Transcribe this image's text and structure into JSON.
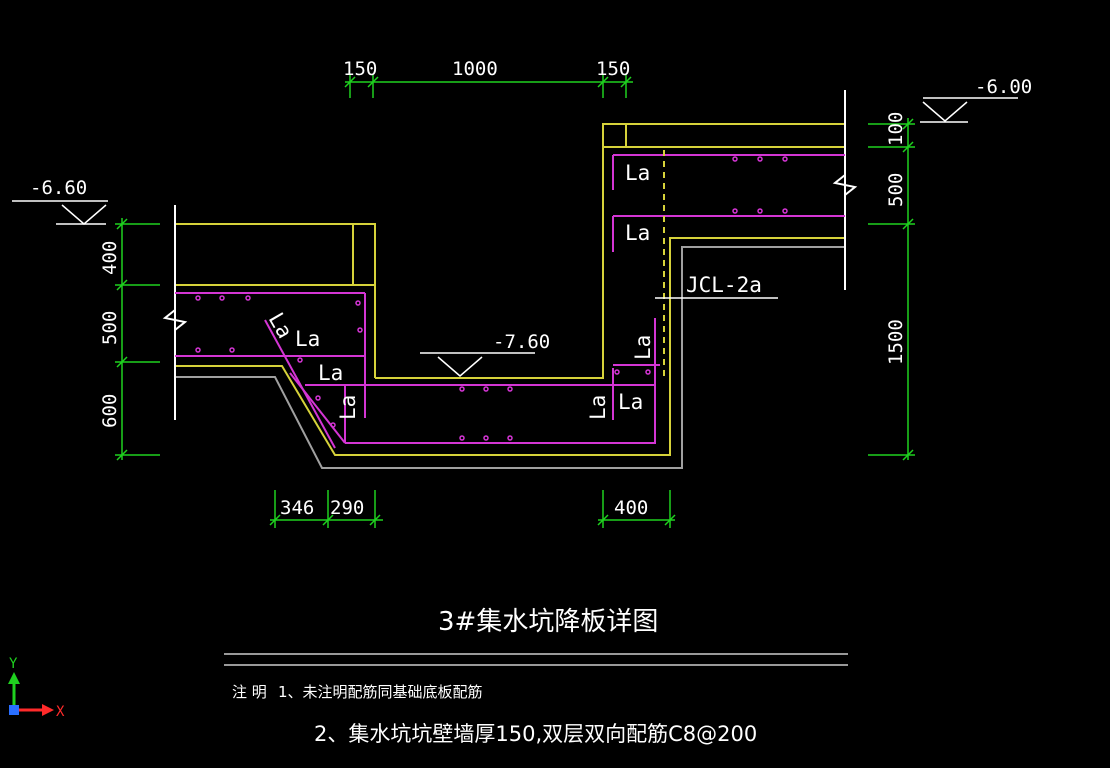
{
  "drawing": {
    "title": "3#集水坑降板详图",
    "notes": {
      "prefix": "注  明",
      "line1": "1、未注明配筋同基础底板配筋",
      "line2": "2、集水坑坑壁墙厚150,双层双向配筋C8@200"
    },
    "elevations": {
      "left": "-6.60",
      "right": "-6.00",
      "pit": "-7.60"
    },
    "top_dims": [
      "150",
      "1000",
      "150"
    ],
    "left_dims": [
      "400",
      "500",
      "600"
    ],
    "right_dims": [
      "100",
      "500",
      "1500"
    ],
    "bottom_dims": [
      "346",
      "290",
      "400"
    ],
    "beam_label": "JCL-2a",
    "anchor_label": "La",
    "ucs": {
      "x": "X",
      "y": "Y"
    }
  },
  "colors": {
    "background": "#000000",
    "structure": "#d6d23a",
    "rebar": "#d435d4",
    "dimension": "#1fd11f",
    "outline": "#ffffff",
    "ground": "#a0a0a0"
  }
}
